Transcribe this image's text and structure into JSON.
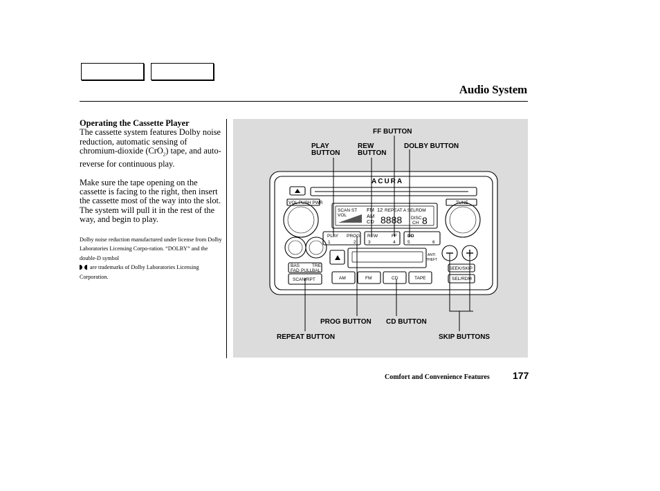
{
  "header": {
    "title": "Audio System"
  },
  "section": {
    "heading": "Operating the Cassette Player",
    "para1_a": "The cassette system features Dolby noise reduction, automatic sensing of chromium-dioxide (CrO",
    "para1_sub": "2",
    "para1_b": ") tape, and auto-reverse for continuous play.",
    "para2": "Make sure the tape opening on the cassette is facing to the right, then insert the cassette most of the way into the slot. The system will pull it in the rest of the way, and begin to play.",
    "note1": "Dolby noise reduction manufactured under license from Dolby Laboratories Licensing Corpo-ration. “DOLBY” and the double-D symbol",
    "note2": "are trademarks of Dolby Laboratories Licensing Corporation."
  },
  "figure": {
    "labels": {
      "ff": "FF BUTTON",
      "play_1": "PLAY",
      "play_2": "BUTTON",
      "rew_1": "REW",
      "rew_2": "BUTTON",
      "dolby": "DOLBY BUTTON",
      "prog": "PROG BUTTON",
      "cd": "CD BUTTON",
      "repeat": "REPEAT BUTTON",
      "skip": "SKIP BUTTONS"
    },
    "panel": {
      "brand": "ACURA",
      "vol_push_pwr": "VOL PUSH PWR",
      "tune": "TUNE",
      "scan_st": "SCAN ST",
      "vol": "VOL",
      "fm": "FM",
      "twelve": "12",
      "am": "AM",
      "cd_disp": "CD",
      "repeat_sel": "REPEAT A SELRDM",
      "disp_digits": "8888",
      "disc": "DISC",
      "ch": "CH",
      "disp_big": "8",
      "preset_play": "PLAY",
      "preset_prog": "PROG",
      "preset_rew": "REW",
      "preset_ff": "FF",
      "preset_dolby": "DD",
      "n1": "1",
      "n2": "2",
      "n3": "3",
      "n4": "4",
      "n5": "5",
      "n6": "6",
      "bas": "BAS",
      "tre": "TRE",
      "fad": "FAD",
      "pull": "PULL",
      "bal": "BAL",
      "scan_rpt": "SCAN/RPT",
      "anti": "ANTI",
      "theft": "THEFT",
      "seek_skip": "SEEK/SKIP",
      "sel_rdm": "SEL/RDM",
      "am_btn": "AM",
      "fm_btn": "FM",
      "cd_btn": "CD",
      "tape_btn": "TAPE"
    }
  },
  "footer": {
    "section": "Comfort and Convenience Features",
    "page": "177"
  }
}
